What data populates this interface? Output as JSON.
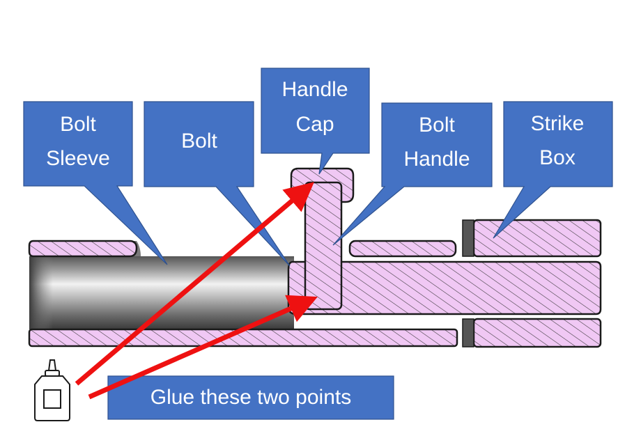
{
  "labels": {
    "bolt_sleeve": [
      "Bolt",
      "Sleeve"
    ],
    "bolt": [
      "Bolt"
    ],
    "handle_cap": [
      "Handle",
      "Cap"
    ],
    "bolt_handle": [
      "Bolt",
      "Handle"
    ],
    "strike_box": [
      "Strike",
      "Box"
    ]
  },
  "callout_text": "Glue these two points",
  "colors": {
    "callout_fill": "#4472c4",
    "callout_border": "#2f528f",
    "part_fill": "#f0c8f4",
    "hatch_line": "#333333",
    "arrow": "#ee1111"
  },
  "icons": [
    "glue-bottle-icon"
  ]
}
